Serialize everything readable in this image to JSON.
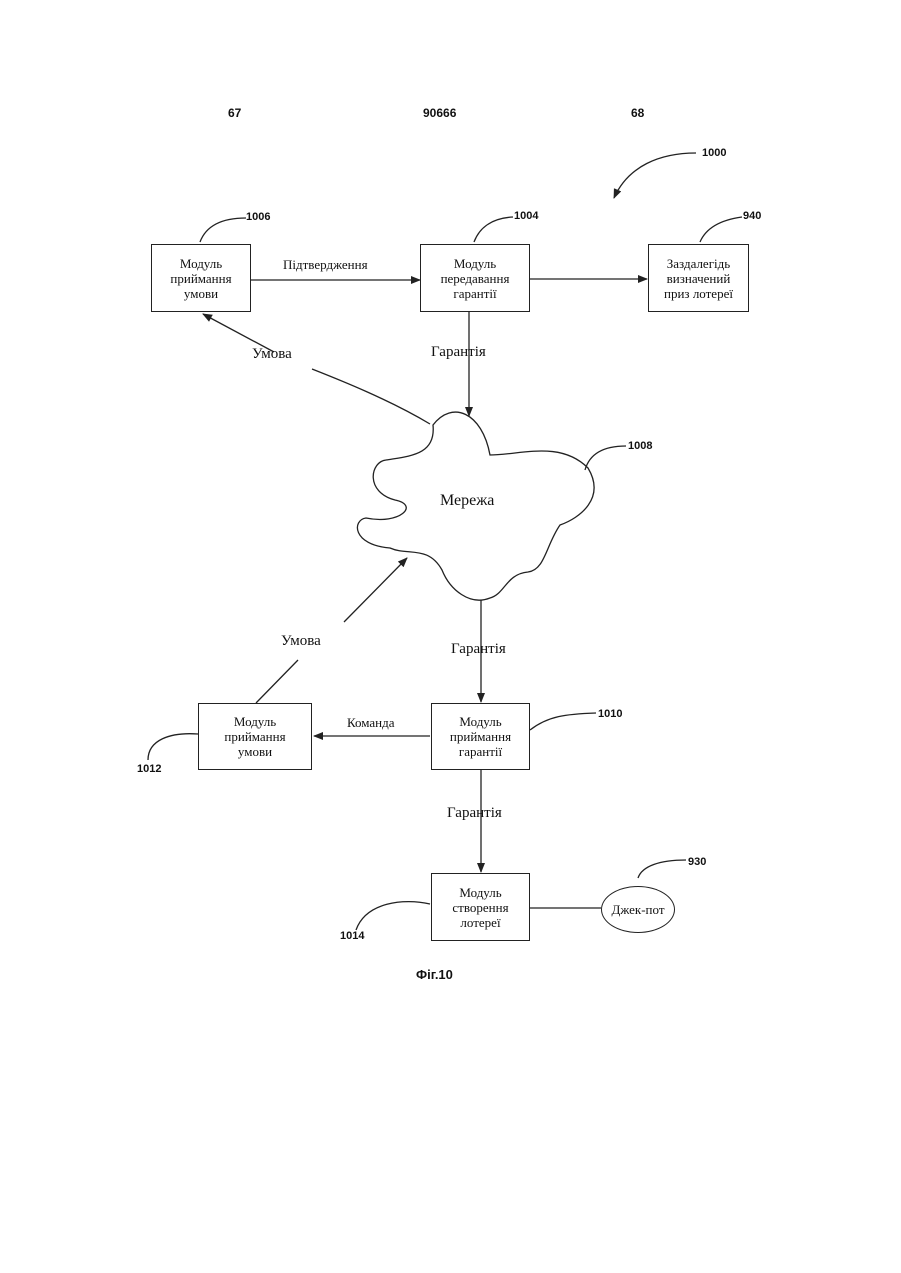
{
  "header": {
    "left_page": "67",
    "doc_number": "90666",
    "right_page": "68"
  },
  "refs": {
    "figure": "1000",
    "condition_receiver_top": "1006",
    "guarantee_transmitter": "1004",
    "lottery_prize": "940",
    "network": "1008",
    "guarantee_receiver": "1010",
    "condition_receiver_bottom": "1012",
    "lottery_creator": "1014",
    "jackpot": "930"
  },
  "boxes": {
    "condition_receiver_top": "Модуль\nприймання\nумови",
    "guarantee_transmitter": "Модуль\nпередавання\nгарантії",
    "lottery_prize": "Заздалегідь\nвизначений\nприз лотереї",
    "guarantee_receiver": "Модуль\nприймання\nгарантії",
    "condition_receiver_bottom": "Модуль\nприймання\nумови",
    "lottery_creator": "Модуль\nстворення\nлотереї"
  },
  "network_label": "Мережа",
  "jackpot_label": "Джек-пот",
  "edge_labels": {
    "confirmation": "Підтвердження",
    "condition_top": "Умова",
    "guarantee_top": "Гарантія",
    "condition_bottom": "Умова",
    "guarantee_mid": "Гарантія",
    "command": "Команда",
    "guarantee_bottom": "Гарантія"
  },
  "caption": "Фіг.10"
}
